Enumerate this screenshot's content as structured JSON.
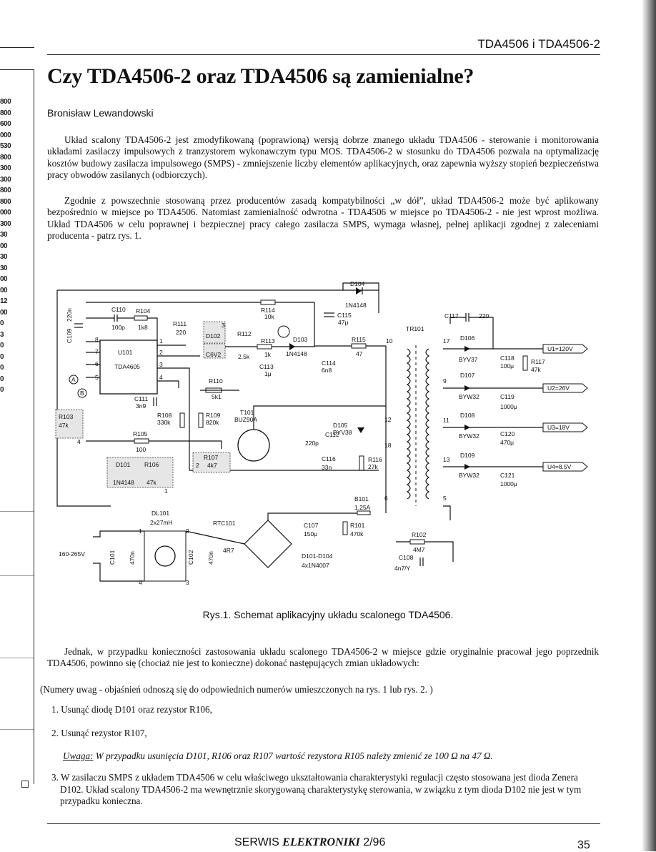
{
  "header": {
    "label": "TDA4506 i TDA4506-2"
  },
  "left_strip": [
    "800",
    "800",
    "600",
    "000",
    "530",
    "800",
    "300",
    "300",
    "800",
    "800",
    "000",
    "300",
    "30",
    "00",
    "30",
    "30",
    "00",
    "00",
    "12",
    "00",
    "0",
    "3",
    "0",
    "0",
    "0",
    "0",
    "0"
  ],
  "article": {
    "title": "Czy TDA4506-2 oraz TDA4506  są zamienialne?",
    "author": "Bronisław Lewandowski",
    "paragraphs": [
      "Układ scalony TDA4506-2 jest zmodyfikowaną (poprawioną) wersją dobrze znanego układu TDA4506 - sterowanie i monitorowania układami zasilaczy impulsowych z tranzystorem wykonawczym typu MOS. TDA4506-2 w stosunku do TDA4506 pozwala na optymalizację kosztów budowy zasilacza impulsowego (SMPS) - zmniejszenie liczby elementów aplikacyjnych, oraz zapewnia wyższy stopień bezpieczeństwa pracy obwodów zasilanych (odbiorczych).",
      "Zgodnie z powszechnie stosowaną przez producentów zasadą kompatybilności „w dół”, układ TDA4506-2 może być aplikowany bezpośrednio w miejsce po TDA4506. Natomiast zamienialność odwrotna - TDA4506 w miejsce po TDA4506-2 - nie jest wprost możliwa. Układ TDA4506 w celu poprawnej i bezpiecznej pracy całego zasilacza SMPS, wymaga własnej, pełnej aplikacji zgodnej z zaleceniami producenta - patrz rys. 1.",
      "Jednak, w przypadku konieczności zastosowania układu scalonego TDA4506-2 w miejsce gdzie oryginalnie pracował jego poprzednik TDA4506, powinno się (chociaż nie jest to konieczne) dokonać następujących zmian układowych:",
      "(Numery uwag - objaśnień odnoszą się do odpowiednich numerów umieszczonych na rys. 1 lub rys. 2. )"
    ],
    "figure_caption": "Rys.1. Schemat aplikacyjny układu scalonego TDA4506.",
    "items": [
      "1. Usunąć diodę D101 oraz rezystor R106,",
      "2. Usunąć rezystor R107,",
      "3. W zasilaczu SMPS z układem TDA4506 w celu właściwego ukształtowania charakterystyki regulacji często stosowana jest dioda Zenera D102. Układ scalony TDA4506-2 ma wewnętrznie skorygowaną charakterystykę sterowania, w związku z tym dioda D102 nie jest w tym przypadku konieczna."
    ],
    "note_label": "Uwaga:",
    "note_text": " W przypadku usunięcia D101, R106 oraz R107 wartość rezystora R105 należy zmienić ze 100 Ω na 47 Ω."
  },
  "schematic": {
    "labels": {
      "d104": "D104",
      "d104v": "1N4148",
      "c110": "C110",
      "c110v": "100p",
      "r104": "R104",
      "r104v": "1k8",
      "r114": "R114",
      "r114v": "10k",
      "c115": "C115",
      "c115v": "47μ",
      "c117": "C117",
      "c117v": "220",
      "c109": "C109",
      "c109v": "220n",
      "r111": "R111",
      "r111v": "220",
      "d102": "D102",
      "d102v": "C6V2",
      "r112": "R112",
      "r112v": "2.5k",
      "r113": "R113",
      "r113v": "1k",
      "d103": "D103",
      "d103v": "1N4148",
      "r115": "R115",
      "r115v": "47",
      "tr101": "TR101",
      "u101": "U101",
      "u101v": "TDA4605",
      "c113": "C113",
      "c113v": "1μ",
      "c114": "C114",
      "c114v": "6n8",
      "r110": "R110",
      "r110v": "5k1",
      "c111": "C111",
      "c111v": "3n9",
      "r103": "R103",
      "r103v": "47k",
      "r108": "R108",
      "r108v": "330k",
      "r109": "R109",
      "r109v": "820k",
      "t101": "T101",
      "t101v": "BUZ90A",
      "r105": "R105",
      "r105v": "100",
      "d101": "D101",
      "d101v": "1N4148",
      "r106": "R106",
      "r106v": "47k",
      "r107": "R107",
      "r107v": "4k7",
      "c112": "C112",
      "c112v": "220p",
      "d105": "D105",
      "d105v": "BYV38",
      "c116": "C116",
      "c116v": "33n",
      "r116": "R116",
      "r116v": "27k",
      "d106": "D106",
      "d106v": "BYV37",
      "c118": "C118",
      "c118v": "100μ",
      "r117": "R117",
      "r117v": "47k",
      "d107": "D107",
      "d107v": "BYW32",
      "c119": "C119",
      "c119v": "1000μ",
      "d108": "D108",
      "d108v": "BYW32",
      "c120": "C120",
      "c120v": "470μ",
      "d109": "D109",
      "d109v": "BYW32",
      "c121": "C121",
      "c121v": "1000μ",
      "u1": "U1=120V",
      "u2": "U2=26V",
      "u3": "U3=18V",
      "u4": "U4=8.5V",
      "b101": "B101",
      "b101v": "1.25A",
      "dl101": "DL101",
      "dl101v": "2x27mH",
      "rtc101": "RTC101",
      "rtc101v": "4R7",
      "c101": "C101",
      "c101v": "470n",
      "c102": "C102",
      "c102v": "470n",
      "mains": "160-265V",
      "c107": "C107",
      "c107v": "150μ",
      "r101": "R101",
      "r101v": "470k",
      "bridge": "D101-D104",
      "bridgev": "4x1N4007",
      "r102": "R102",
      "r102v": "4M7",
      "c108": "C108",
      "c108v": "4n7/Y",
      "pa": "A",
      "pb": "B",
      "p1": "1",
      "p2": "2",
      "p3": "3",
      "p4": "4",
      "p5": "5",
      "p6": "6",
      "p7": "7",
      "p8": "8",
      "n3": "3",
      "n4": "4",
      "n1": "1",
      "n2": "2",
      "t10": "10",
      "t12": "12",
      "t18": "18",
      "t17": "17",
      "t9": "9",
      "t11": "11",
      "t13": "13",
      "t6": "6",
      "t5": "5",
      "dl1": "1",
      "dl2": "2",
      "dl3": "3",
      "dl4": "4"
    }
  },
  "footer": {
    "journal_prefix": "SERWIS ",
    "journal_bold": "ELEKTRONIKI",
    "issue": "  2/96",
    "page": "35"
  }
}
